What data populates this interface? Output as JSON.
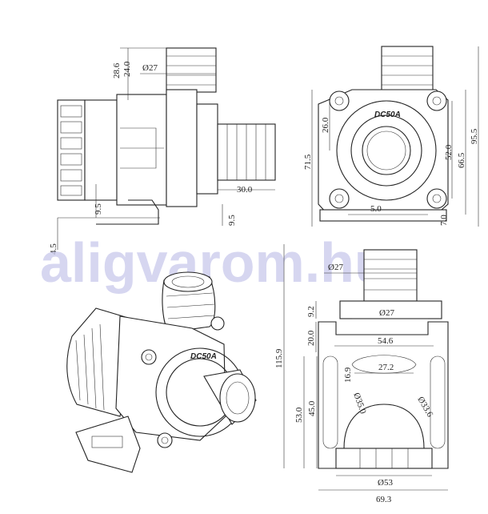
{
  "watermark": "aligvarom.hu",
  "brand": "DC50A",
  "side_view": {
    "dim_28_6": "28.6",
    "dim_24_0": "24.0",
    "dim_dia27": "Ø27",
    "dim_30_0": "30.0",
    "dim_9_5_a": "9.5",
    "dim_9_5_b": "9.5",
    "dim_4_5": "4.5"
  },
  "front_view": {
    "dim_26_0": "26.0",
    "dim_71_5": "71.5",
    "dim_52_0": "52.0",
    "dim_66_5": "66.5",
    "dim_95_5": "95.5",
    "dim_5_0": "5.0",
    "dim_7_0": "7.0"
  },
  "top_view": {
    "dim_dia27_a": "Ø27",
    "dim_dia27_b": "Ø27",
    "dim_9_2": "9.2",
    "dim_20_0": "20.0",
    "dim_115_9": "115.9",
    "dim_54_6": "54.6",
    "dim_27_2": "27.2",
    "dim_16_9": "16.9",
    "dim_53_0": "53.0",
    "dim_45_0": "45.0",
    "dim_dia35_0": "Ø35.0",
    "dim_dia33_6": "Ø33.6",
    "dim_dia53": "Ø53",
    "dim_69_3": "69.3"
  }
}
